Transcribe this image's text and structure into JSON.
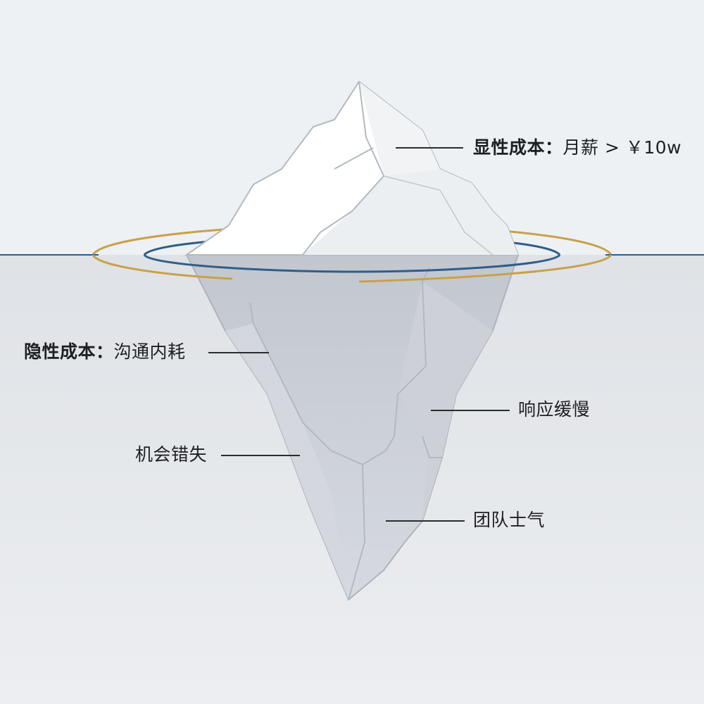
{
  "colors": {
    "sky": "#eef1f4",
    "water": "#e2e5e9",
    "waterline": "#2f5e88",
    "ring_gold": "#c9a14a",
    "ring_blue": "#2f5e88",
    "ice_top": "#ffffff",
    "ice_shadow": "#dfe3e8",
    "ice_under": "#c6cbd2",
    "ice_edge": "#a9b0b9"
  },
  "labels": {
    "explicit": {
      "title": "显性成本：",
      "value": "月薪 > ￥10w"
    },
    "hidden": {
      "title": "隐性成本：",
      "value": "沟通内耗"
    },
    "slow_response": "响应缓慢",
    "missed_opportunity": "机会错失",
    "team_morale": "团队士气"
  }
}
